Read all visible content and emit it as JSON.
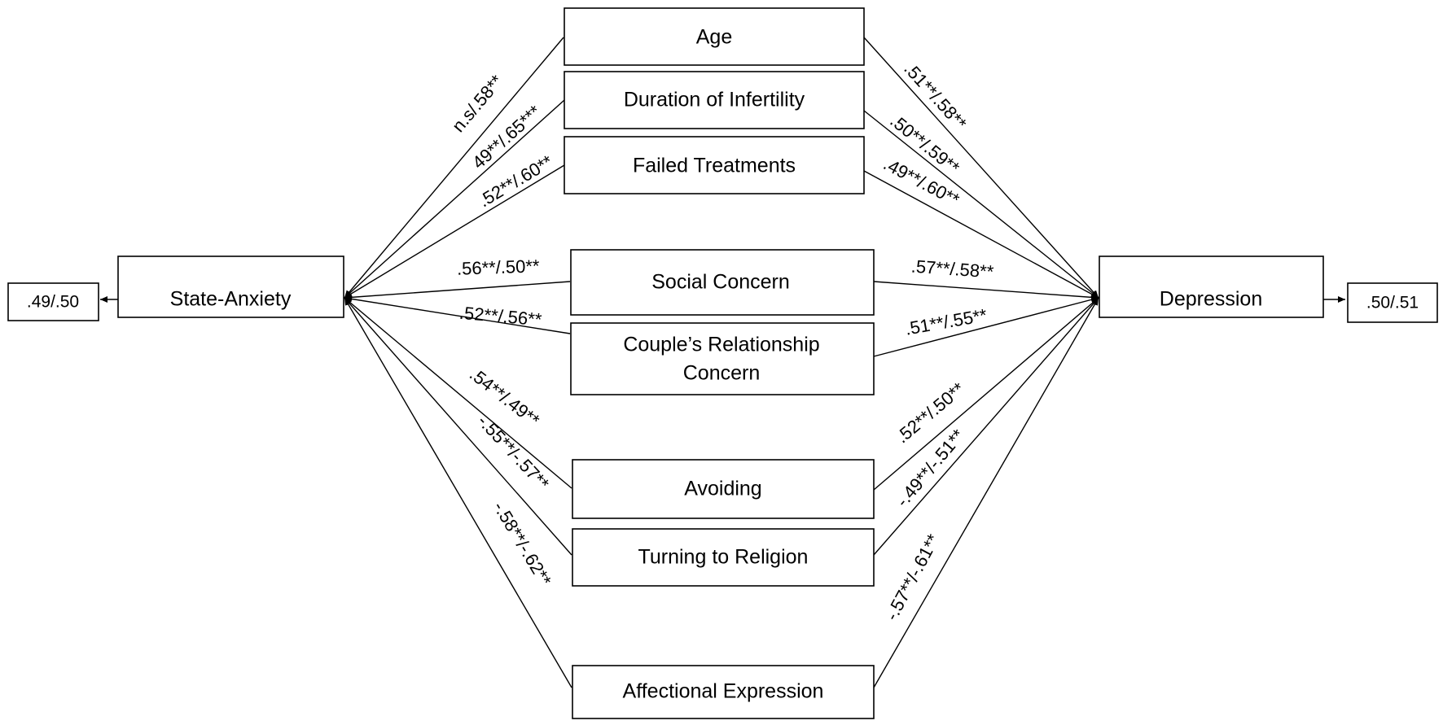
{
  "nodes": {
    "state_anxiety": "State-Anxiety",
    "depression": "Depression",
    "age": "Age",
    "duration": "Duration of Infertility",
    "failed": "Failed Treatments",
    "social": "Social Concern",
    "couple_line1": "Couple’s Relationship",
    "couple_line2": "Concern",
    "avoiding": "Avoiding",
    "religion": "Turning to Religion",
    "affection": "Affectional Expression"
  },
  "r2": {
    "anxiety": ".49/.50",
    "depression": ".50/.51"
  },
  "anxiety_paths": {
    "age": "n.s/.58**",
    "duration": "49**/.65***",
    "failed": ".52**/.60**",
    "social": ".56**/.50**",
    "couple": ".52**/.56**",
    "avoiding": ".54**/.49**",
    "religion": "-.55**/-.57**",
    "affection": "-.58**/-.62**"
  },
  "depression_paths": {
    "age": ".51**/.58**",
    "duration": ".50**/.59**",
    "failed": ".49**/.60**",
    "social": ".57**/.58**",
    "couple": ".51**/.55**",
    "avoiding": ".52**/.50**",
    "religion": "-.49**/-.51**",
    "affection": "-.57**/-.61**"
  }
}
